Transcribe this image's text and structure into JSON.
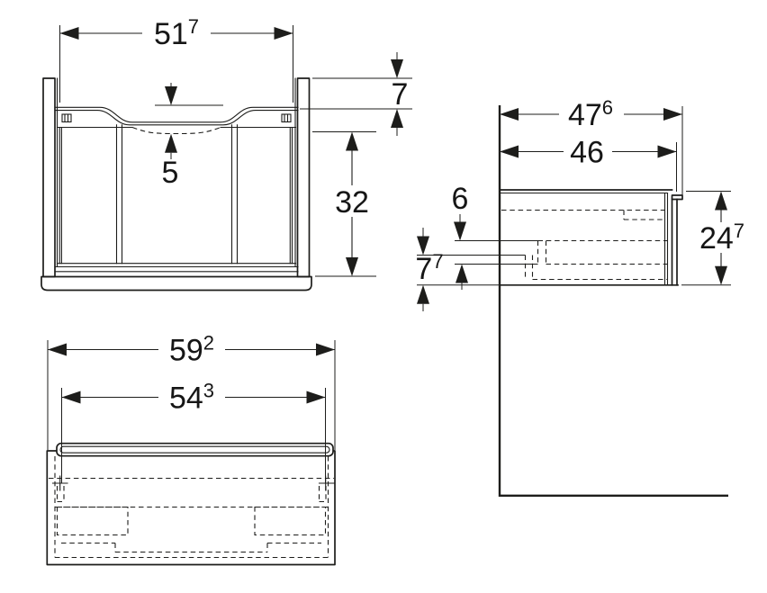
{
  "drawing": {
    "type": "furniture-dimension-drawing",
    "views": {
      "front": "front-view",
      "side": "side-view",
      "plan": "plan-view"
    },
    "colors": {
      "line": "#1d1d1b",
      "background": "#ffffff"
    }
  },
  "dims": {
    "front_opening_width": {
      "main": "51",
      "sup": "7"
    },
    "front_top_clearance": {
      "main": "7",
      "sup": ""
    },
    "front_recess_depth": {
      "main": "5",
      "sup": ""
    },
    "front_interior_height": {
      "main": "32",
      "sup": ""
    },
    "side_total_depth": {
      "main": "47",
      "sup": "6"
    },
    "side_body_depth": {
      "main": "46",
      "sup": ""
    },
    "side_cutout_height": {
      "main": "6",
      "sup": ""
    },
    "side_cutout_offset": {
      "main": "7",
      "sup": "7"
    },
    "side_total_height": {
      "main": "24",
      "sup": "7"
    },
    "plan_total_width": {
      "main": "59",
      "sup": "2"
    },
    "plan_inner_width": {
      "main": "54",
      "sup": "3"
    }
  }
}
